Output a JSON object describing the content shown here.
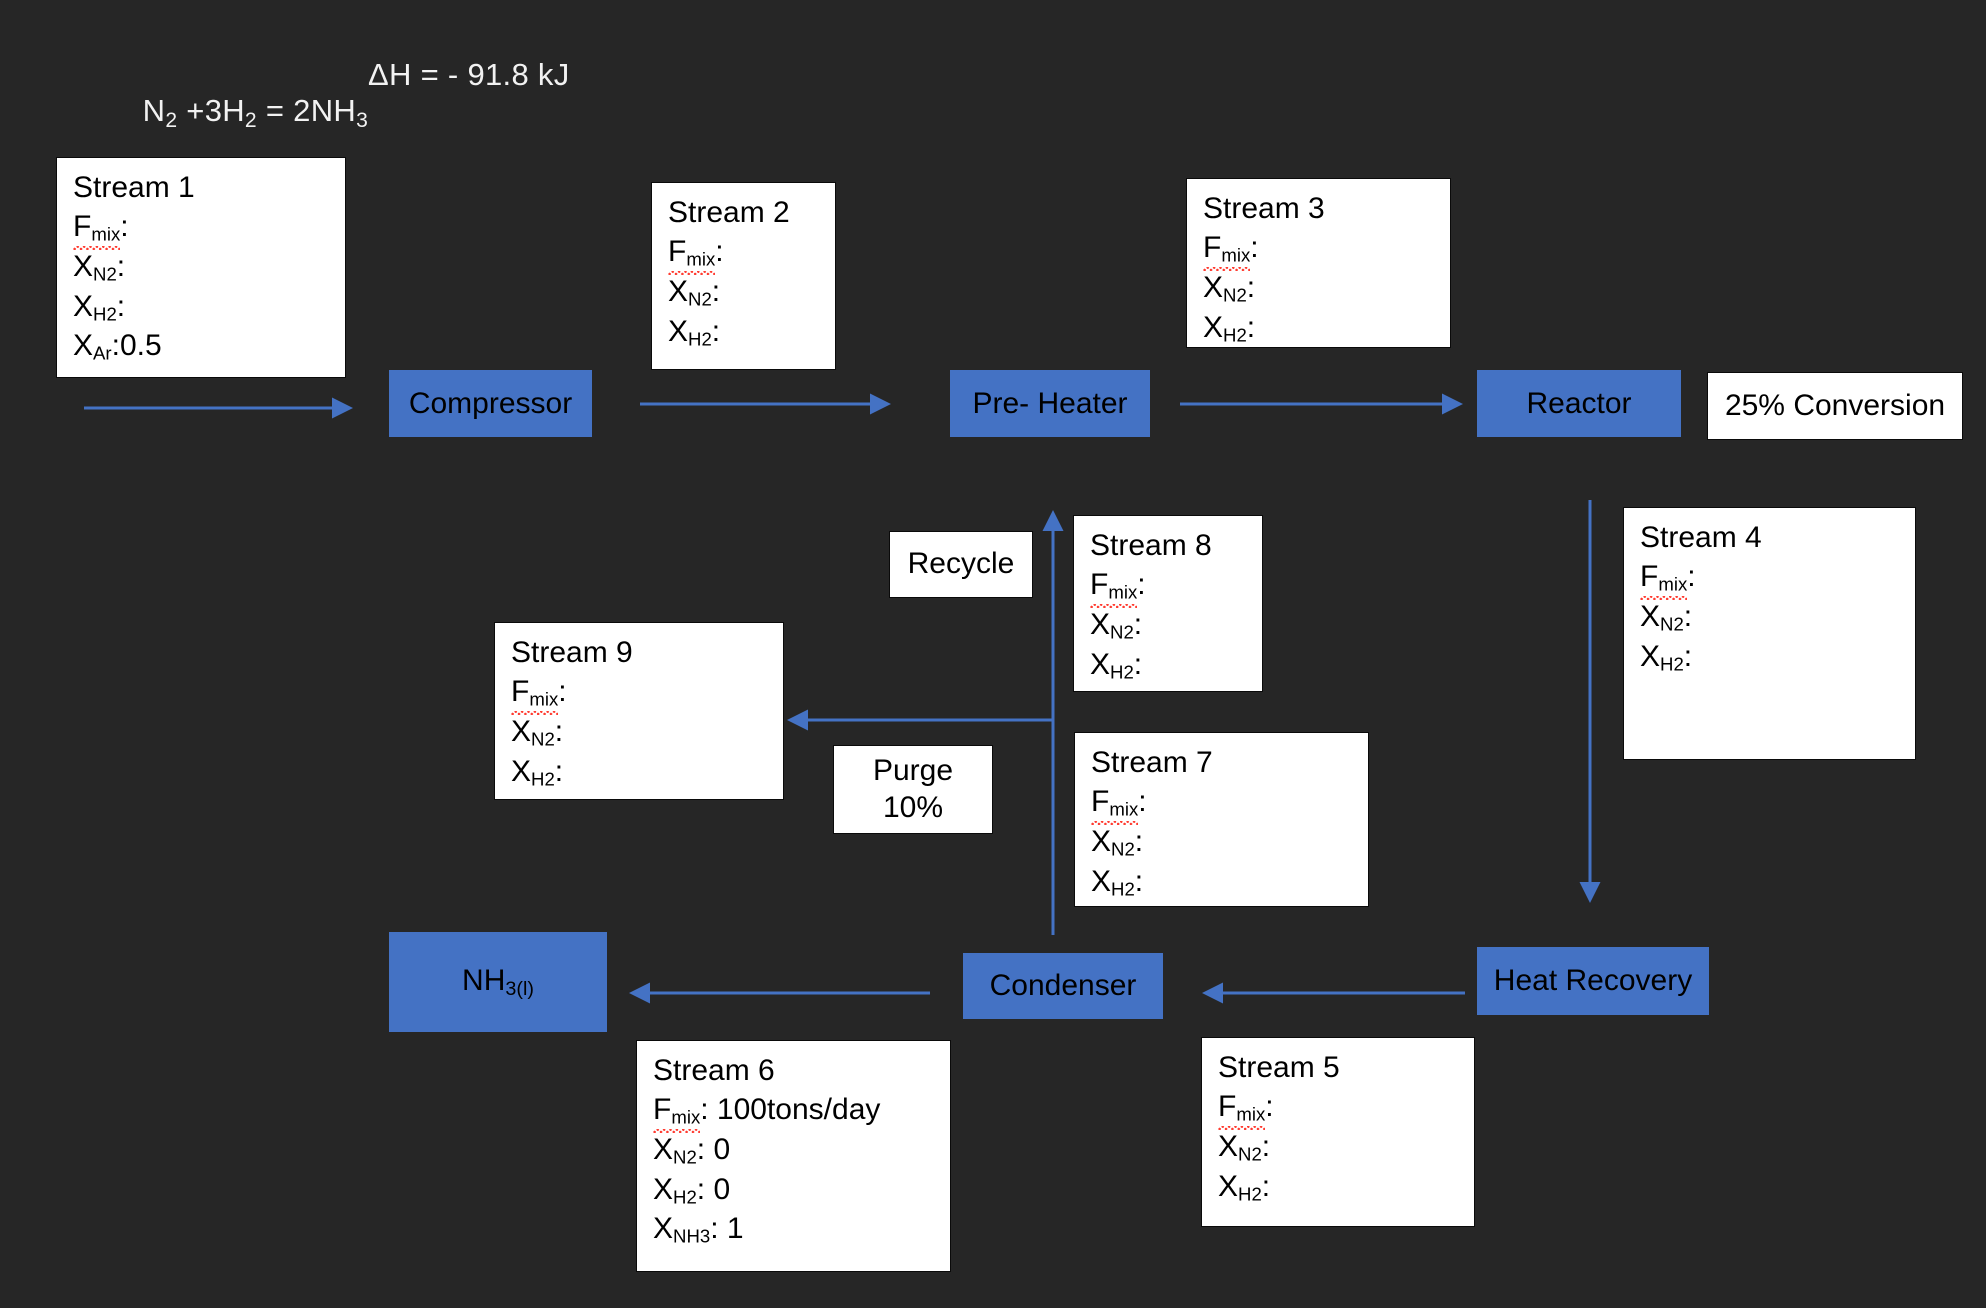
{
  "header": {
    "equation_lhs": "N2 +3H2 = 2NH3",
    "equation_dh": "ΔH = - 91.8 kJ"
  },
  "colors": {
    "background": "#262626",
    "unit_box": "#4472c4",
    "arrow": "#4472c4",
    "box_fill": "#ffffff",
    "text_dark": "#000000",
    "text_light": "#f2f2f2",
    "spellcheck": "#ff3b30"
  },
  "units": [
    {
      "id": "compressor",
      "label": "Compressor"
    },
    {
      "id": "preheater",
      "label": "Pre- Heater"
    },
    {
      "id": "reactor",
      "label": "Reactor"
    },
    {
      "id": "heat-recovery",
      "label": "Heat Recovery"
    },
    {
      "id": "condenser",
      "label": "Condenser"
    },
    {
      "id": "ammonia",
      "label": "NH3(l)"
    }
  ],
  "notes": [
    {
      "id": "conversion",
      "lines": [
        "25% Conversion"
      ]
    },
    {
      "id": "recycle",
      "lines": [
        "Recycle"
      ]
    },
    {
      "id": "purge",
      "lines": [
        "Purge",
        "10%"
      ]
    }
  ],
  "streams": [
    {
      "id": "stream-1",
      "title": "Stream 1",
      "rows": [
        {
          "sym": "F",
          "subsym": "mix",
          "spell": true,
          "value": ":"
        },
        {
          "sym": "X",
          "subsym": "N2",
          "spell": false,
          "value": ":"
        },
        {
          "sym": "X",
          "subsym": "H2",
          "spell": false,
          "value": ":"
        },
        {
          "sym": "X",
          "subsym": "Ar",
          "spell": false,
          "value": ":0.5"
        }
      ]
    },
    {
      "id": "stream-2",
      "title": "Stream 2",
      "rows": [
        {
          "sym": "F",
          "subsym": "mix",
          "spell": true,
          "value": ":"
        },
        {
          "sym": "X",
          "subsym": "N2",
          "spell": false,
          "value": ":"
        },
        {
          "sym": "X",
          "subsym": "H2",
          "spell": false,
          "value": ":"
        }
      ]
    },
    {
      "id": "stream-3",
      "title": "Stream 3",
      "rows": [
        {
          "sym": "F",
          "subsym": "mix",
          "spell": true,
          "value": ":"
        },
        {
          "sym": "X",
          "subsym": "N2",
          "spell": false,
          "value": ":"
        },
        {
          "sym": "X",
          "subsym": "H2",
          "spell": false,
          "value": ":"
        }
      ]
    },
    {
      "id": "stream-4",
      "title": "Stream 4",
      "rows": [
        {
          "sym": "F",
          "subsym": "mix",
          "spell": true,
          "value": ":"
        },
        {
          "sym": "X",
          "subsym": "N2",
          "spell": false,
          "value": ":"
        },
        {
          "sym": "X",
          "subsym": "H2",
          "spell": false,
          "value": ":"
        }
      ]
    },
    {
      "id": "stream-5",
      "title": "Stream 5",
      "rows": [
        {
          "sym": "F",
          "subsym": "mix",
          "spell": true,
          "value": ":"
        },
        {
          "sym": "X",
          "subsym": "N2",
          "spell": false,
          "value": ":"
        },
        {
          "sym": "X",
          "subsym": "H2",
          "spell": false,
          "value": ":"
        }
      ]
    },
    {
      "id": "stream-6",
      "title": "Stream 6",
      "rows": [
        {
          "sym": "F",
          "subsym": "mix",
          "spell": true,
          "value": ": 100tons/day"
        },
        {
          "sym": "X",
          "subsym": "N2",
          "spell": false,
          "value": ": 0"
        },
        {
          "sym": "X",
          "subsym": "H2",
          "spell": false,
          "value": ": 0"
        },
        {
          "sym": "X",
          "subsym": "NH3",
          "spell": false,
          "value": ": 1"
        }
      ]
    },
    {
      "id": "stream-7",
      "title": "Stream 7",
      "rows": [
        {
          "sym": "F",
          "subsym": "mix",
          "spell": true,
          "value": ":"
        },
        {
          "sym": "X",
          "subsym": "N2",
          "spell": false,
          "value": ":"
        },
        {
          "sym": "X",
          "subsym": "H2",
          "spell": false,
          "value": ":"
        }
      ]
    },
    {
      "id": "stream-8",
      "title": "Stream 8",
      "rows": [
        {
          "sym": "F",
          "subsym": "mix",
          "spell": true,
          "value": ":"
        },
        {
          "sym": "X",
          "subsym": "N2",
          "spell": false,
          "value": ":"
        },
        {
          "sym": "X",
          "subsym": "H2",
          "spell": false,
          "value": ":"
        }
      ]
    },
    {
      "id": "stream-9",
      "title": "Stream 9",
      "rows": [
        {
          "sym": "F",
          "subsym": "mix",
          "spell": true,
          "value": ":"
        },
        {
          "sym": "X",
          "subsym": "N2",
          "spell": false,
          "value": ":"
        },
        {
          "sym": "X",
          "subsym": "H2",
          "spell": false,
          "value": ":"
        }
      ]
    }
  ]
}
